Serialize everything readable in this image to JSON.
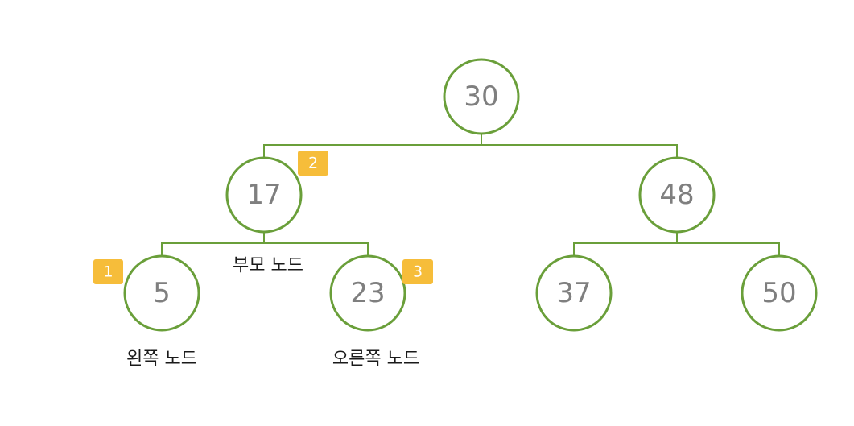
{
  "colors": {
    "node_border": "#6a9f3a",
    "node_text": "#7f7f7f",
    "badge_fill": "#f6bd3a",
    "badge_text": "#ffffff",
    "caption_text": "#1a1a1a"
  },
  "tree": {
    "root": "30",
    "left": "17",
    "right": "48",
    "left_left": "5",
    "left_right": "23",
    "right_left": "37",
    "right_right": "50"
  },
  "badges": {
    "left_left": "1",
    "left": "2",
    "left_right": "3"
  },
  "captions": {
    "parent": "부모 노드",
    "left_child": "왼쪽 노드",
    "right_child": "오른쪽 노드"
  }
}
